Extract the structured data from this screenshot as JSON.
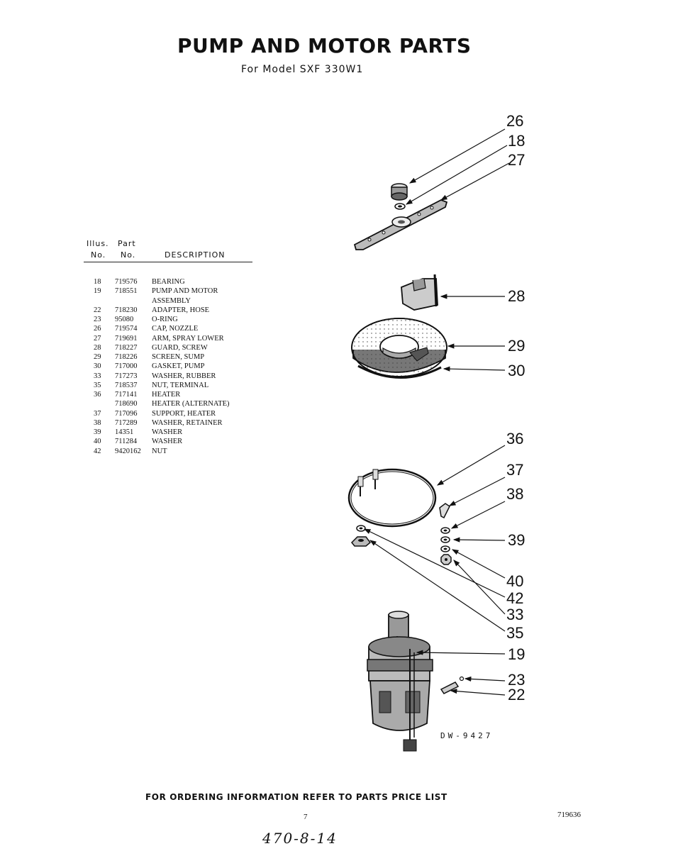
{
  "header": {
    "title": "PUMP AND MOTOR PARTS",
    "subtitle": "For Model SXF 330W1"
  },
  "table": {
    "head_illus_line1": "Illus.",
    "head_part_line1": "Part",
    "head_illus_line2": "No.",
    "head_part_line2": "No.",
    "head_description": "DESCRIPTION",
    "rows": [
      {
        "illus": "18",
        "part": "719576",
        "desc": "BEARING"
      },
      {
        "illus": "19",
        "part": "718551",
        "desc": "PUMP AND MOTOR"
      },
      {
        "illus": "",
        "part": "",
        "desc": "ASSEMBLY"
      },
      {
        "illus": "22",
        "part": "718230",
        "desc": "ADAPTER, HOSE"
      },
      {
        "illus": "23",
        "part": "95080",
        "desc": "O-RING"
      },
      {
        "illus": "26",
        "part": "719574",
        "desc": "CAP, NOZZLE"
      },
      {
        "illus": "27",
        "part": "719691",
        "desc": "ARM, SPRAY LOWER"
      },
      {
        "illus": "28",
        "part": "718227",
        "desc": "GUARD, SCREW"
      },
      {
        "illus": "29",
        "part": "718226",
        "desc": "SCREEN, SUMP"
      },
      {
        "illus": "30",
        "part": "717000",
        "desc": "GASKET, PUMP"
      },
      {
        "illus": "33",
        "part": "717273",
        "desc": "WASHER, RUBBER"
      },
      {
        "illus": "35",
        "part": "718537",
        "desc": "NUT, TERMINAL"
      },
      {
        "illus": "36",
        "part": "717141",
        "desc": "HEATER"
      },
      {
        "illus": "",
        "part": "718690",
        "desc": "HEATER (ALTERNATE)"
      },
      {
        "illus": "37",
        "part": "717096",
        "desc": "SUPPORT, HEATER"
      },
      {
        "illus": "38",
        "part": "717289",
        "desc": "WASHER, RETAINER"
      },
      {
        "illus": "39",
        "part": "14351",
        "desc": "WASHER"
      },
      {
        "illus": "40",
        "part": "711284",
        "desc": "WASHER"
      },
      {
        "illus": "42",
        "part": "9420162",
        "desc": "NUT"
      }
    ]
  },
  "callouts": {
    "c26": "26",
    "c18": "18",
    "c27": "27",
    "c28": "28",
    "c29": "29",
    "c30": "30",
    "c36": "36",
    "c37": "37",
    "c38": "38",
    "c39": "39",
    "c40": "40",
    "c42": "42",
    "c33": "33",
    "c35": "35",
    "c19": "19",
    "c23": "23",
    "c22": "22"
  },
  "drawing_number": "DW-9427",
  "footer": {
    "ordering_note": "FOR ORDERING INFORMATION REFER TO PARTS PRICE LIST",
    "page_number": "7",
    "document_number": "719636",
    "handwritten_note": "470-8-14"
  }
}
